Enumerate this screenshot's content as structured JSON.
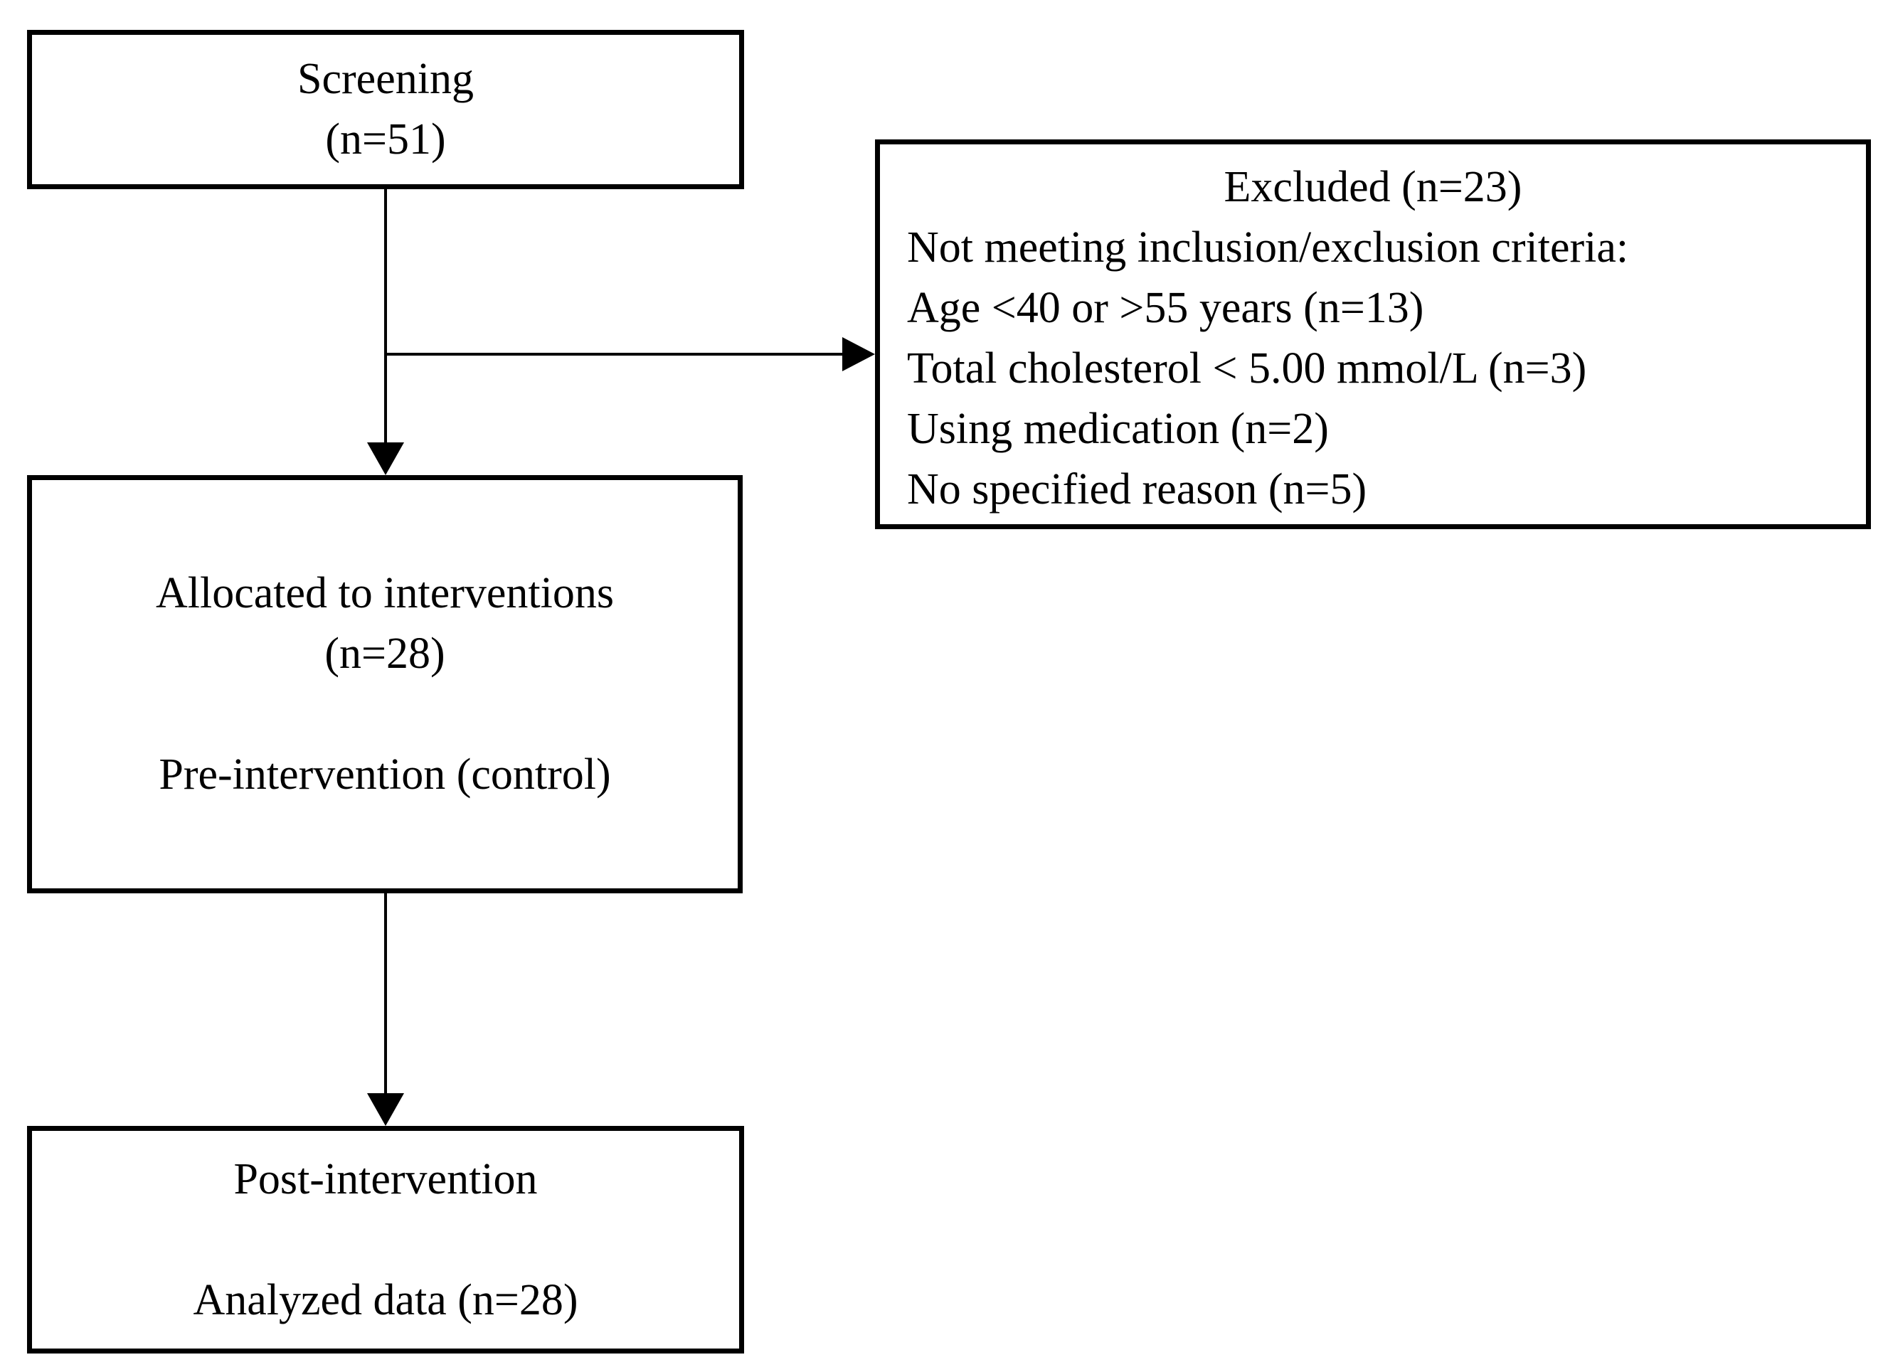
{
  "figure": {
    "type": "study-flow-diagram",
    "background_color": "#ffffff",
    "line_color": "#000000",
    "boxes": {
      "screening": {
        "lines": [
          "Screening",
          "(n=51)"
        ]
      },
      "excluded": {
        "title": "Excluded (n=23)",
        "items": [
          "Not meeting inclusion/exclusion criteria:",
          "Age <40 or >55 years (n=13)",
          "Total cholesterol < 5.00 mmol/L (n=3)",
          "Using medication (n=2)",
          "No specified reason (n=5)"
        ]
      },
      "allocated": {
        "lines": [
          "Allocated to interventions",
          "(n=28)",
          "",
          "Pre-intervention (control)"
        ]
      },
      "post": {
        "lines": [
          "Post-intervention",
          "",
          "Analyzed data (n=28)"
        ]
      }
    },
    "arrows": [
      {
        "from": "screening",
        "to": "allocated",
        "direction": "down"
      },
      {
        "from": "screening-allocated-connector",
        "to": "excluded",
        "direction": "right"
      },
      {
        "from": "allocated",
        "to": "post",
        "direction": "down"
      }
    ]
  }
}
